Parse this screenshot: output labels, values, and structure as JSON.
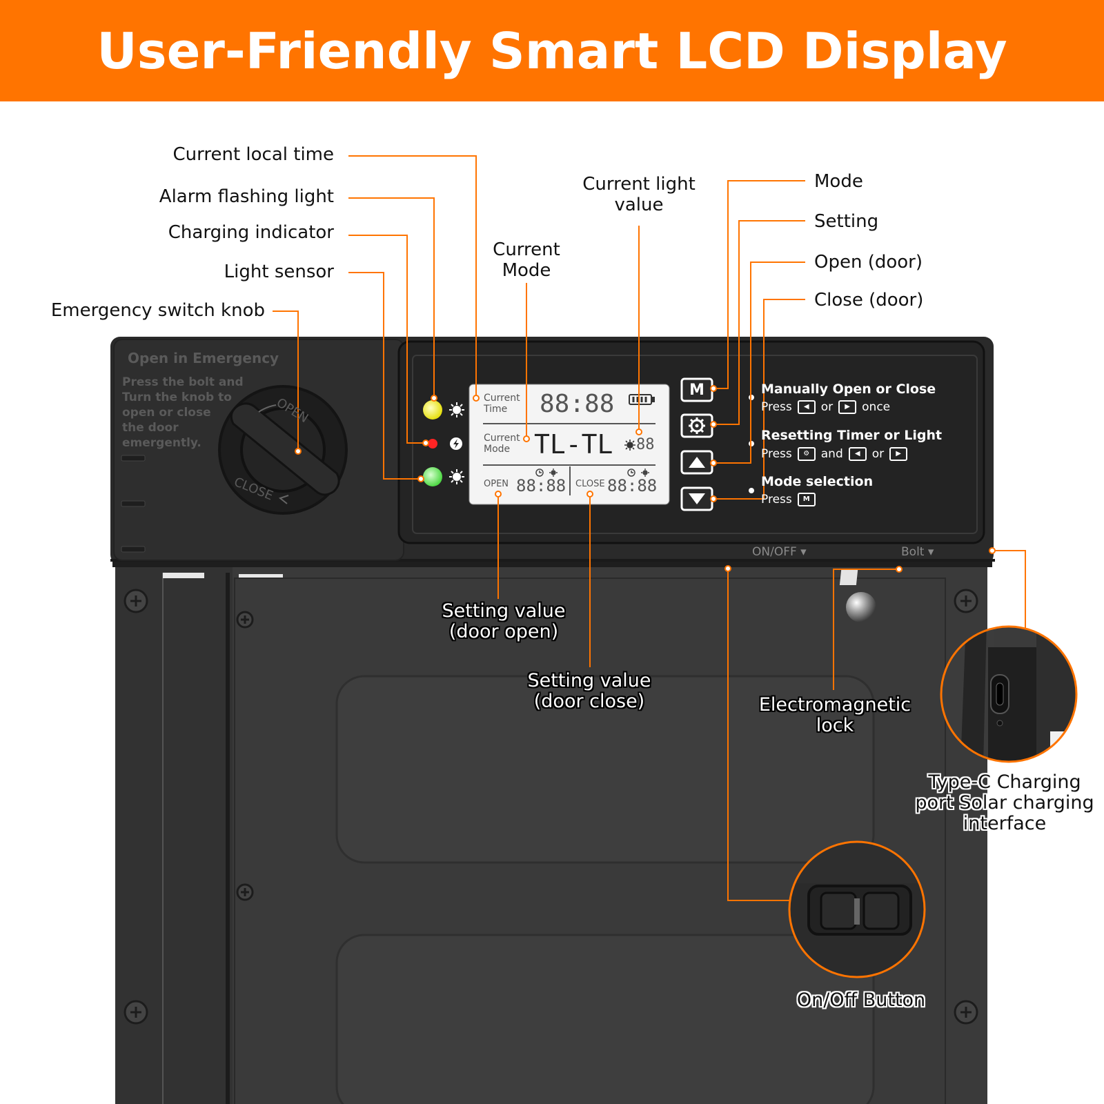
{
  "banner": {
    "title": "User-Friendly Smart LCD Display"
  },
  "callouts_left": {
    "current_local_time": "Current local time",
    "alarm_flashing_light": "Alarm flashing light",
    "charging_indicator": "Charging indicator",
    "light_sensor": "Light sensor",
    "emergency_switch_knob": "Emergency switch knob"
  },
  "callouts_top": {
    "current_mode_1": "Current",
    "current_mode_2": "Mode",
    "current_light_value_1": "Current light",
    "current_light_value_2": "value"
  },
  "callouts_right": {
    "mode": "Mode",
    "setting": "Setting",
    "open_door": "Open (door)",
    "close_door": "Close (door)"
  },
  "callouts_body": {
    "setting_open_1": "Setting value",
    "setting_open_2": "(door open)",
    "setting_close_1": "Setting value",
    "setting_close_2": "(door close)",
    "em_lock_1": "Electromagnetic",
    "em_lock_2": "lock",
    "typec_1": "Type-C Charging",
    "typec_2": "port Solar charging",
    "typec_3": "interface",
    "onoff_button": "On/Off Button"
  },
  "emergency_panel": {
    "title": "Open in Emergency",
    "line1": "Press the bolt and",
    "line2": "Turn the knob to",
    "line3": "open or close",
    "line4": "the door",
    "line5": "emergently.",
    "knob_open": "OPEN",
    "knob_close": "CLOSE"
  },
  "lcd": {
    "current_time_1": "Current",
    "current_time_2": "Time",
    "time_value": "88:88",
    "current_mode_1": "Current",
    "current_mode_2": "Mode",
    "mode_value": "TL-TL",
    "light_value": "88",
    "open_label": "OPEN",
    "open_value": "88:88",
    "close_label": "CLOSE",
    "close_value": "88:88"
  },
  "buttons": {
    "mode_key": "M"
  },
  "instructions": {
    "manual_title": "Manually Open or Close",
    "manual_press": "Press",
    "manual_or": "or",
    "manual_once": "once",
    "reset_title": "Resetting Timer or Light",
    "reset_press": "Press",
    "reset_and": "and",
    "reset_or": "or",
    "mode_title": "Mode selection",
    "mode_press": "Press",
    "mode_key": "M"
  },
  "bezel": {
    "onoff": "ON/OFF ▾",
    "bolt": "Bolt ▾"
  },
  "colors": {
    "accent": "#ff7400",
    "device": "#2b2b2b",
    "lcd": "#f4f4f4",
    "led_yellow": "#f3ef1c",
    "led_red": "#ff2020",
    "led_green": "#66e05a"
  }
}
